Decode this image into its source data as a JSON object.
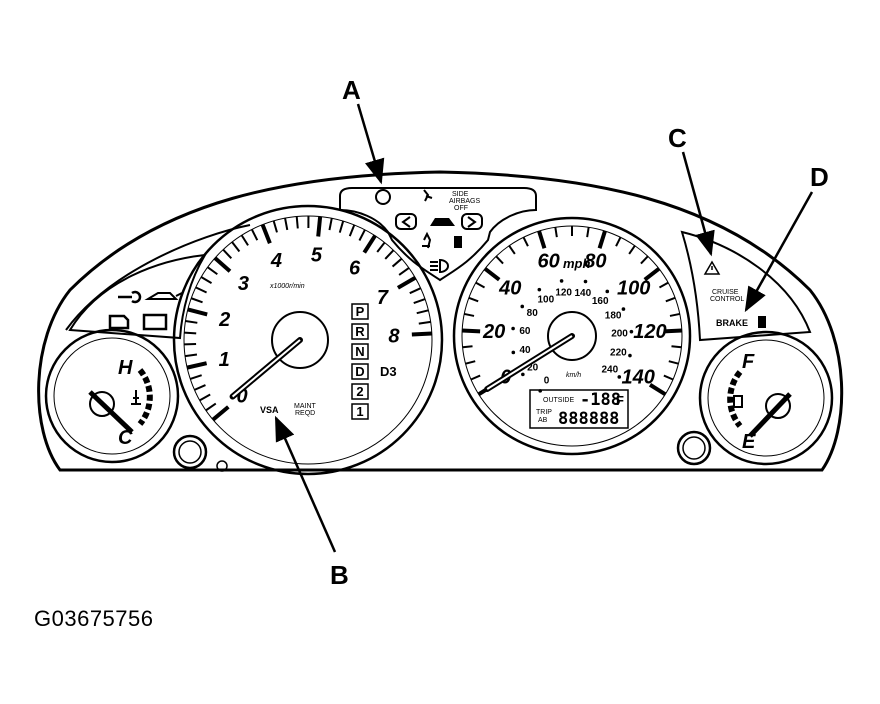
{
  "callouts": {
    "a": "A",
    "b": "B",
    "c": "C",
    "d": "D"
  },
  "figure_id": "G03675756",
  "tachometer": {
    "numbers": [
      "0",
      "1",
      "2",
      "3",
      "4",
      "5",
      "6",
      "7",
      "8"
    ],
    "unit": "x1000r/min",
    "needle_value": 0
  },
  "gear_indicator": {
    "gears": [
      "P",
      "R",
      "N",
      "D",
      "2",
      "1"
    ],
    "d3": "D3"
  },
  "speedometer": {
    "mph_numbers": [
      "0",
      "20",
      "40",
      "60",
      "80",
      "100",
      "120",
      "140"
    ],
    "kmh_numbers": [
      "0",
      "20",
      "40",
      "60",
      "80",
      "100",
      "120",
      "140",
      "160",
      "180",
      "200",
      "220",
      "240"
    ],
    "mph_label": "mph",
    "kmh_label": "km/h",
    "needle_value": 0
  },
  "display": {
    "outside": "OUTSIDE",
    "temp": "-188",
    "temp_unit": "F",
    "trip": "TRIP",
    "ab": "AB",
    "odometer": "888888"
  },
  "indicators": {
    "side_airbag": [
      "SIDE",
      "AIRBAGS",
      "OFF"
    ],
    "vsa": "VSA",
    "maint_reqd": [
      "MAINT",
      "REQD"
    ],
    "cruise_control": [
      "CRUISE",
      "CONTROL"
    ],
    "brake": "BRAKE"
  },
  "temp_gauge": {
    "hot": "H",
    "cold": "C"
  },
  "fuel_gauge": {
    "full": "F",
    "empty": "E"
  }
}
